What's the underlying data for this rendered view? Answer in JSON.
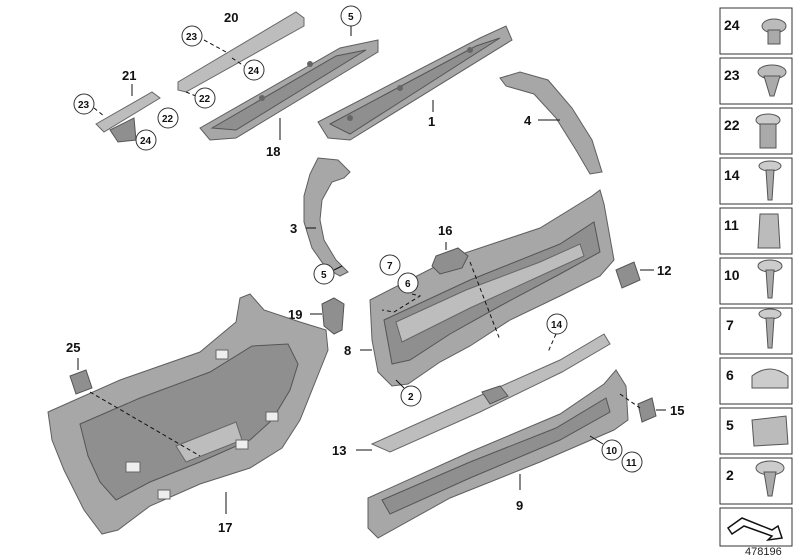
{
  "figure_id": "478196",
  "callouts": {
    "p1": "1",
    "p2": "2",
    "p3": "3",
    "p4": "4",
    "p5a": "5",
    "p5b": "5",
    "p6": "6",
    "p7": "7",
    "p8": "8",
    "p9": "9",
    "p10": "10",
    "p11": "11",
    "p12": "12",
    "p13": "13",
    "p14": "14",
    "p15": "15",
    "p16": "16",
    "p17": "17",
    "p18": "18",
    "p19": "19",
    "p20": "20",
    "p21": "21",
    "p22a": "22",
    "p22b": "22",
    "p23a": "23",
    "p23b": "23",
    "p24a": "24",
    "p24b": "24",
    "p25": "25"
  },
  "sidebar_items": [
    "24",
    "23",
    "22",
    "14",
    "11",
    "10",
    "7",
    "6",
    "5",
    "2"
  ]
}
